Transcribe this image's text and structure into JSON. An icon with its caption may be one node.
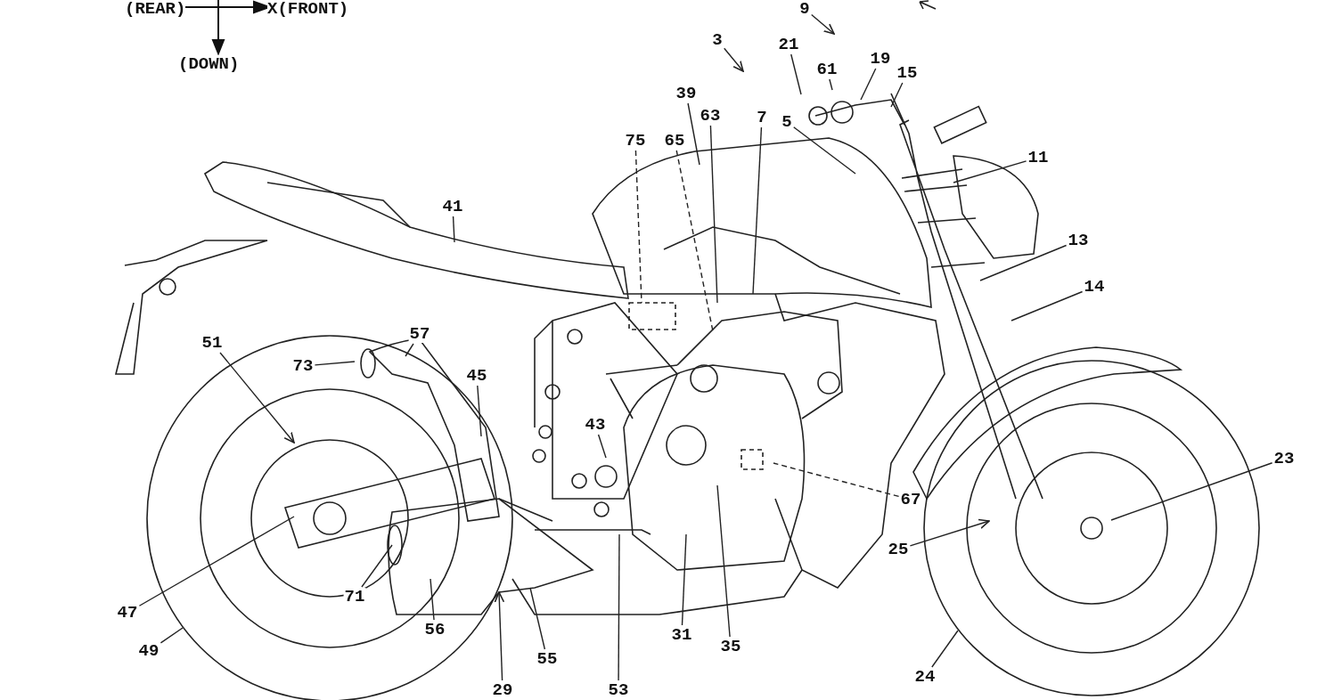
{
  "diagram": {
    "nodes": [
      {
        "text": [
          "9"
        ]
      },
      {
        "text": [
          "3"
        ]
      },
      {
        "text": [
          "21"
        ]
      },
      {
        "text": [
          "61"
        ]
      },
      {
        "text": [
          "19"
        ]
      },
      {
        "text": [
          "15"
        ]
      },
      {
        "text": [
          "39"
        ]
      },
      {
        "text": [
          "63"
        ]
      },
      {
        "text": [
          "7"
        ]
      },
      {
        "text": [
          "5"
        ]
      },
      {
        "text": [
          "75"
        ]
      },
      {
        "text": [
          "65"
        ]
      },
      {
        "text": [
          "11"
        ]
      },
      {
        "text": [
          "41"
        ]
      },
      {
        "text": [
          "13"
        ]
      },
      {
        "text": [
          "14"
        ]
      },
      {
        "text": [
          "51"
        ]
      },
      {
        "text": [
          "57"
        ]
      },
      {
        "text": [
          "73"
        ]
      },
      {
        "text": [
          "45"
        ]
      },
      {
        "text": [
          "43"
        ]
      },
      {
        "text": [
          "23"
        ]
      },
      {
        "text": [
          "67"
        ]
      },
      {
        "text": [
          "25"
        ]
      },
      {
        "text": [
          "47"
        ]
      },
      {
        "text": [
          "71"
        ]
      },
      {
        "text": [
          "56"
        ]
      },
      {
        "text": [
          "49"
        ]
      },
      {
        "text": [
          "55"
        ]
      },
      {
        "text": [
          "29"
        ]
      },
      {
        "text": [
          "53"
        ]
      },
      {
        "text": [
          "31"
        ]
      },
      {
        "text": [
          "35"
        ]
      },
      {
        "text": [
          "24"
        ]
      }
    ],
    "edges": [
      {
        "from": 0,
        "to": null,
        "arrow": "to"
      },
      {
        "from": 1,
        "to": null,
        "arrow": "to"
      },
      {
        "from": 2,
        "to": null,
        "arrow": "none"
      },
      {
        "from": 3,
        "to": null,
        "arrow": "none"
      },
      {
        "from": 4,
        "to": null,
        "arrow": "none"
      },
      {
        "from": 5,
        "to": null,
        "arrow": "none"
      },
      {
        "from": 6,
        "to": null,
        "arrow": "none"
      },
      {
        "from": 7,
        "to": null,
        "arrow": "none"
      },
      {
        "from": 8,
        "to": null,
        "arrow": "none"
      },
      {
        "from": 9,
        "to": null,
        "arrow": "none"
      },
      {
        "from": 10,
        "to": null,
        "arrow": "none",
        "style": "dashed"
      },
      {
        "from": 11,
        "to": null,
        "arrow": "none",
        "style": "dashed"
      },
      {
        "from": 12,
        "to": null,
        "arrow": "none"
      },
      {
        "from": 13,
        "to": null,
        "arrow": "none"
      },
      {
        "from": 14,
        "to": null,
        "arrow": "none"
      },
      {
        "from": 15,
        "to": null,
        "arrow": "none"
      },
      {
        "from": 16,
        "to": null,
        "arrow": "to"
      },
      {
        "from": 17,
        "to": null,
        "arrow": "none"
      },
      {
        "from": 18,
        "to": null,
        "arrow": "none"
      },
      {
        "from": 19,
        "to": null,
        "arrow": "none"
      },
      {
        "from": 20,
        "to": null,
        "arrow": "none"
      },
      {
        "from": 21,
        "to": null,
        "arrow": "none"
      },
      {
        "from": 22,
        "to": null,
        "arrow": "none",
        "style": "dashed"
      },
      {
        "from": 23,
        "to": null,
        "arrow": "to"
      },
      {
        "from": 24,
        "to": null,
        "arrow": "none"
      },
      {
        "from": 25,
        "to": null,
        "arrow": "none"
      },
      {
        "from": 26,
        "to": null,
        "arrow": "none"
      },
      {
        "from": 27,
        "to": null,
        "arrow": "none"
      },
      {
        "from": 28,
        "to": null,
        "arrow": "none"
      },
      {
        "from": 29,
        "to": null,
        "arrow": "to"
      },
      {
        "from": 30,
        "to": null,
        "arrow": "none"
      },
      {
        "from": 31,
        "to": null,
        "arrow": "none"
      },
      {
        "from": 32,
        "to": null,
        "arrow": "none"
      },
      {
        "from": 33,
        "to": null,
        "arrow": "none"
      }
    ],
    "labels": [
      "(REAR)",
      "X(FRONT)",
      "(DOWN)"
    ]
  }
}
